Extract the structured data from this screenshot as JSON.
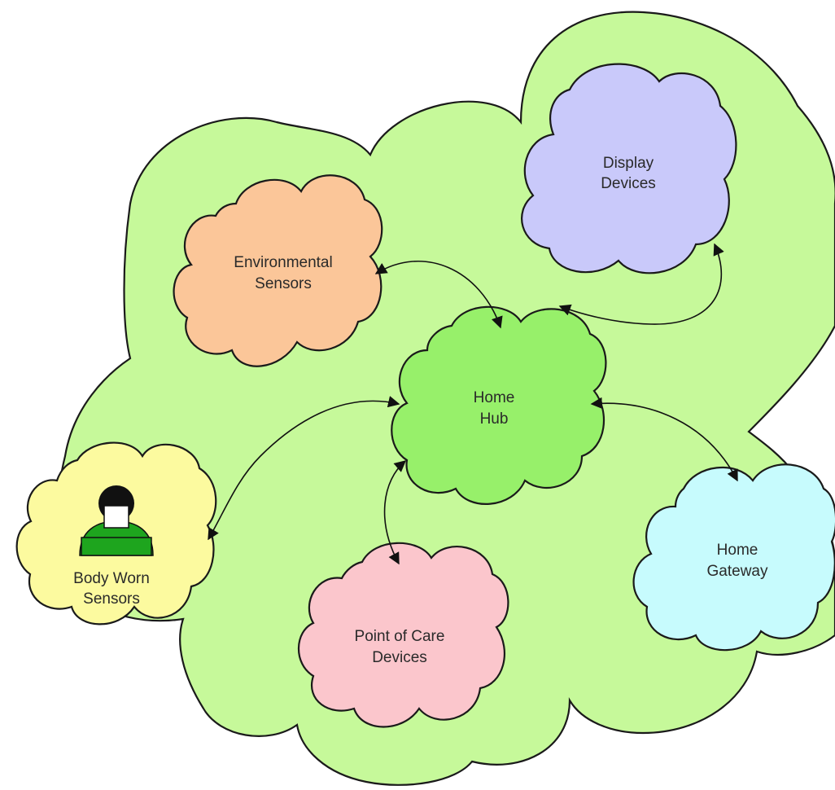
{
  "diagram": {
    "nodes": {
      "environmental": {
        "line1": "Environmental",
        "line2": "Sensors",
        "color": "#fbc699"
      },
      "display": {
        "line1": "Display",
        "line2": "Devices",
        "color": "#c9c9fa"
      },
      "hub": {
        "line1": "Home",
        "line2": "Hub",
        "color": "#97f06a"
      },
      "body": {
        "line1": "Body Worn",
        "line2": "Sensors",
        "color": "#fcfa9f"
      },
      "care": {
        "line1": "Point of Care",
        "line2": "Devices",
        "color": "#fbc6cc"
      },
      "gateway": {
        "line1": "Home",
        "line2": "Gateway",
        "color": "#c7fbfd"
      }
    },
    "connections": [
      {
        "from": "environmental",
        "to": "hub",
        "arrows": "both"
      },
      {
        "from": "display",
        "to": "hub",
        "arrows": "both"
      },
      {
        "from": "body",
        "to": "hub",
        "arrows": "both"
      },
      {
        "from": "care",
        "to": "hub",
        "arrows": "both"
      },
      {
        "from": "gateway",
        "to": "hub",
        "arrows": "both"
      }
    ],
    "icons": [
      "person-icon"
    ],
    "colors": {
      "background_cloud": "#c6f99a",
      "stroke": "#1a1a1a"
    }
  }
}
